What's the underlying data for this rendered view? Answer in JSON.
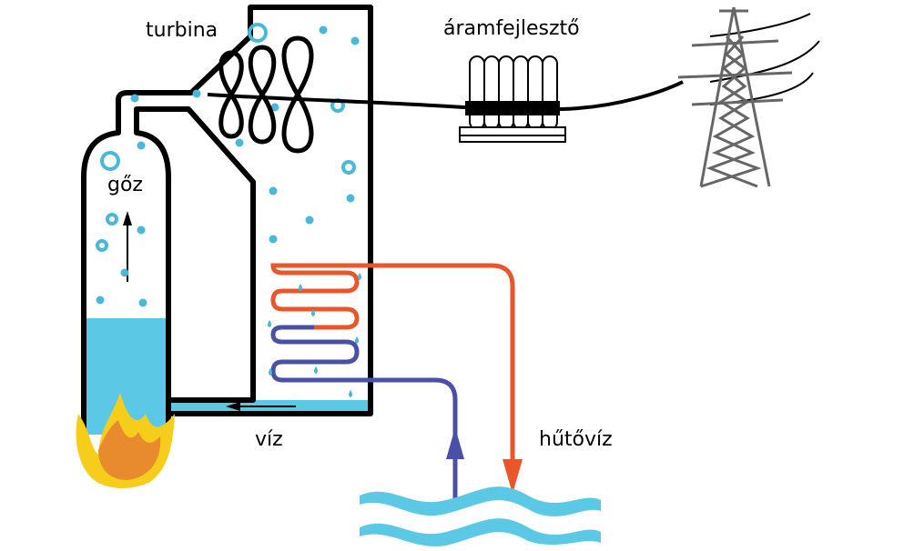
{
  "labels": {
    "turbine": "turbina",
    "generator": "áramfejlesztő",
    "steam": "gőz",
    "water": "víz",
    "cooling_water": "hűtővíz"
  },
  "colors": {
    "outline": "#000000",
    "water_fill": "#5bc8e6",
    "bubble": "#49b8d9",
    "hot_pipe": "#e8562a",
    "cold_pipe": "#4a50a8",
    "flame_outer": "#f6cd1a",
    "flame_inner": "#e88a2e",
    "pylon": "#666666"
  }
}
